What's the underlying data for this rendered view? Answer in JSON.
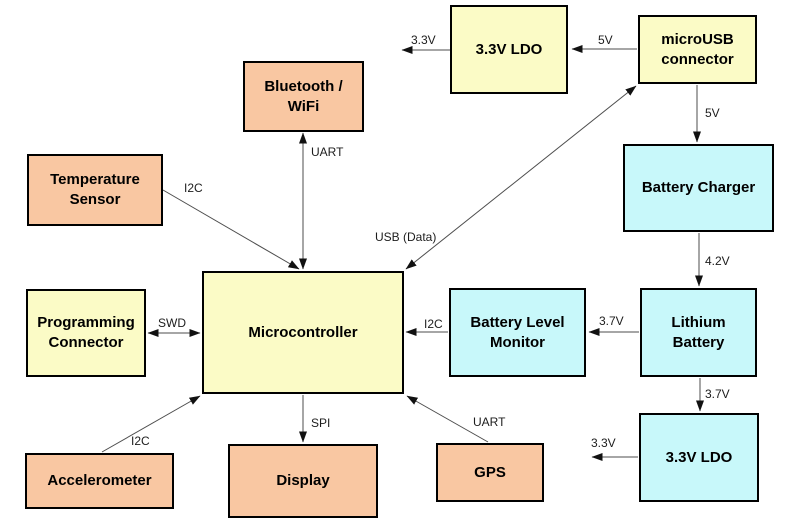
{
  "diagram": {
    "nodes": {
      "temperature_sensor": {
        "lines": [
          "Temperature",
          "Sensor"
        ]
      },
      "bluetooth_wifi": {
        "lines": [
          "Bluetooth /",
          "WiFi"
        ]
      },
      "ldo_top": {
        "lines": [
          "3.3V LDO"
        ]
      },
      "microusb_connector": {
        "lines": [
          "microUSB",
          "connector"
        ]
      },
      "battery_charger": {
        "lines": [
          "Battery Charger"
        ]
      },
      "programming_connector": {
        "lines": [
          "Programming",
          "Connector"
        ]
      },
      "microcontroller": {
        "lines": [
          "Microcontroller"
        ]
      },
      "battery_level_monitor": {
        "lines": [
          "Battery Level",
          "Monitor"
        ]
      },
      "lithium_battery": {
        "lines": [
          "Lithium",
          "Battery"
        ]
      },
      "accelerometer": {
        "lines": [
          "Accelerometer"
        ]
      },
      "display": {
        "lines": [
          "Display"
        ]
      },
      "gps": {
        "lines": [
          "GPS"
        ]
      },
      "ldo_bottom": {
        "lines": [
          "3.3V LDO"
        ]
      }
    },
    "edge_labels": {
      "temp_sensor_i2c": "I2C",
      "bluetooth_uart": "UART",
      "usb_data": "USB (Data)",
      "ldo_top_out_3v3": "3.3V",
      "microusb_to_ldo_5v": "5V",
      "microusb_to_charger_5v": "5V",
      "charger_to_battery_4v2": "4.2V",
      "battery_to_monitor_3v7": "3.7V",
      "monitor_i2c": "I2C",
      "swd": "SWD",
      "accelerometer_i2c": "I2C",
      "spi": "SPI",
      "gps_uart": "UART",
      "battery_to_ldo_3v7": "3.7V",
      "ldo_bottom_out_3v3": "3.3V"
    },
    "colors": {
      "peripheral-fill": "#F9C7A2",
      "logic-fill": "#FBFBC6",
      "power-fill": "#C8F8FA",
      "node-border": "#000000",
      "line": "#4d4d4d",
      "arrow": "#111111",
      "label-text": "#1c1c1c",
      "node-text": "#000000",
      "background": "#FFFFFF"
    }
  }
}
